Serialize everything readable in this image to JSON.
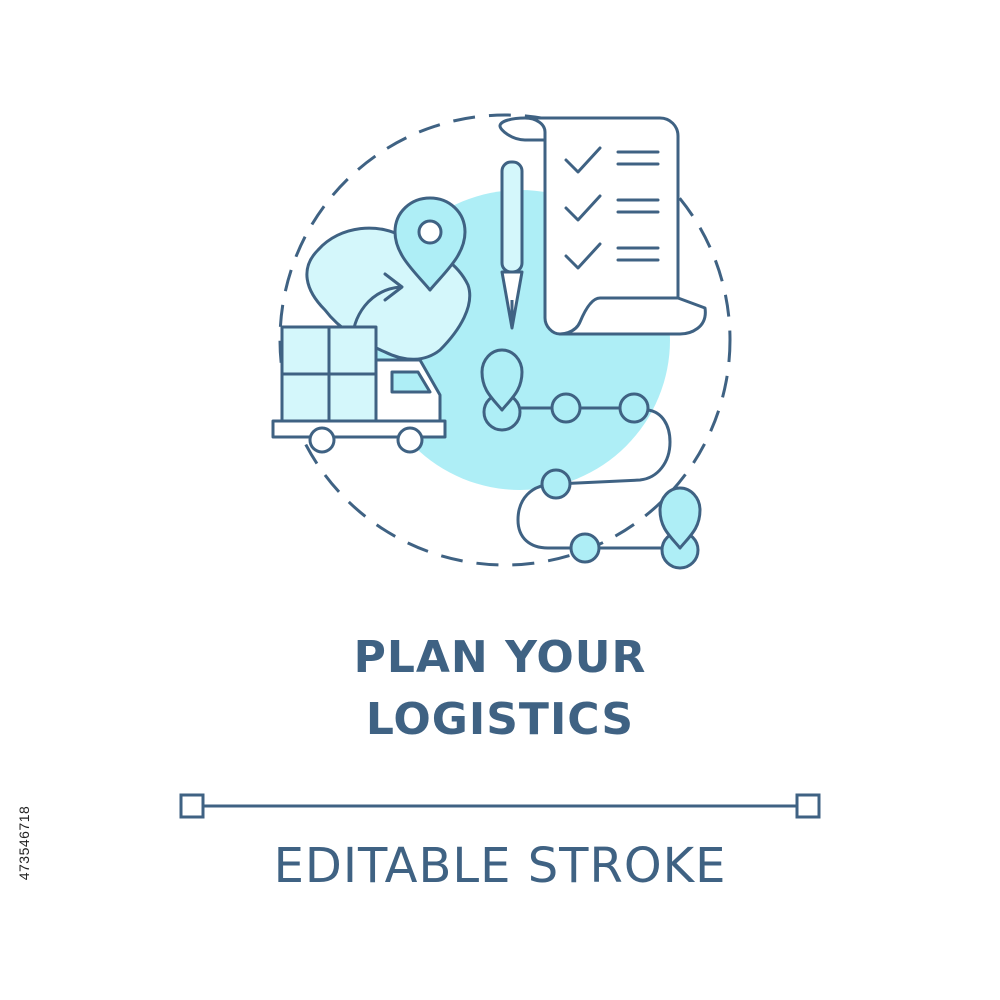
{
  "illustration": {
    "icon_name": "plan-logistics-icon",
    "colors": {
      "stroke": "#3f6283",
      "fill": "#aeeef6",
      "fill_light": "#d4f7fb",
      "background": "#ffffff"
    }
  },
  "title": {
    "line1": "PLAN YOUR",
    "line2": "LOGISTICS"
  },
  "subtitle": "EDITABLE STROKE",
  "stock_id": "473546718"
}
